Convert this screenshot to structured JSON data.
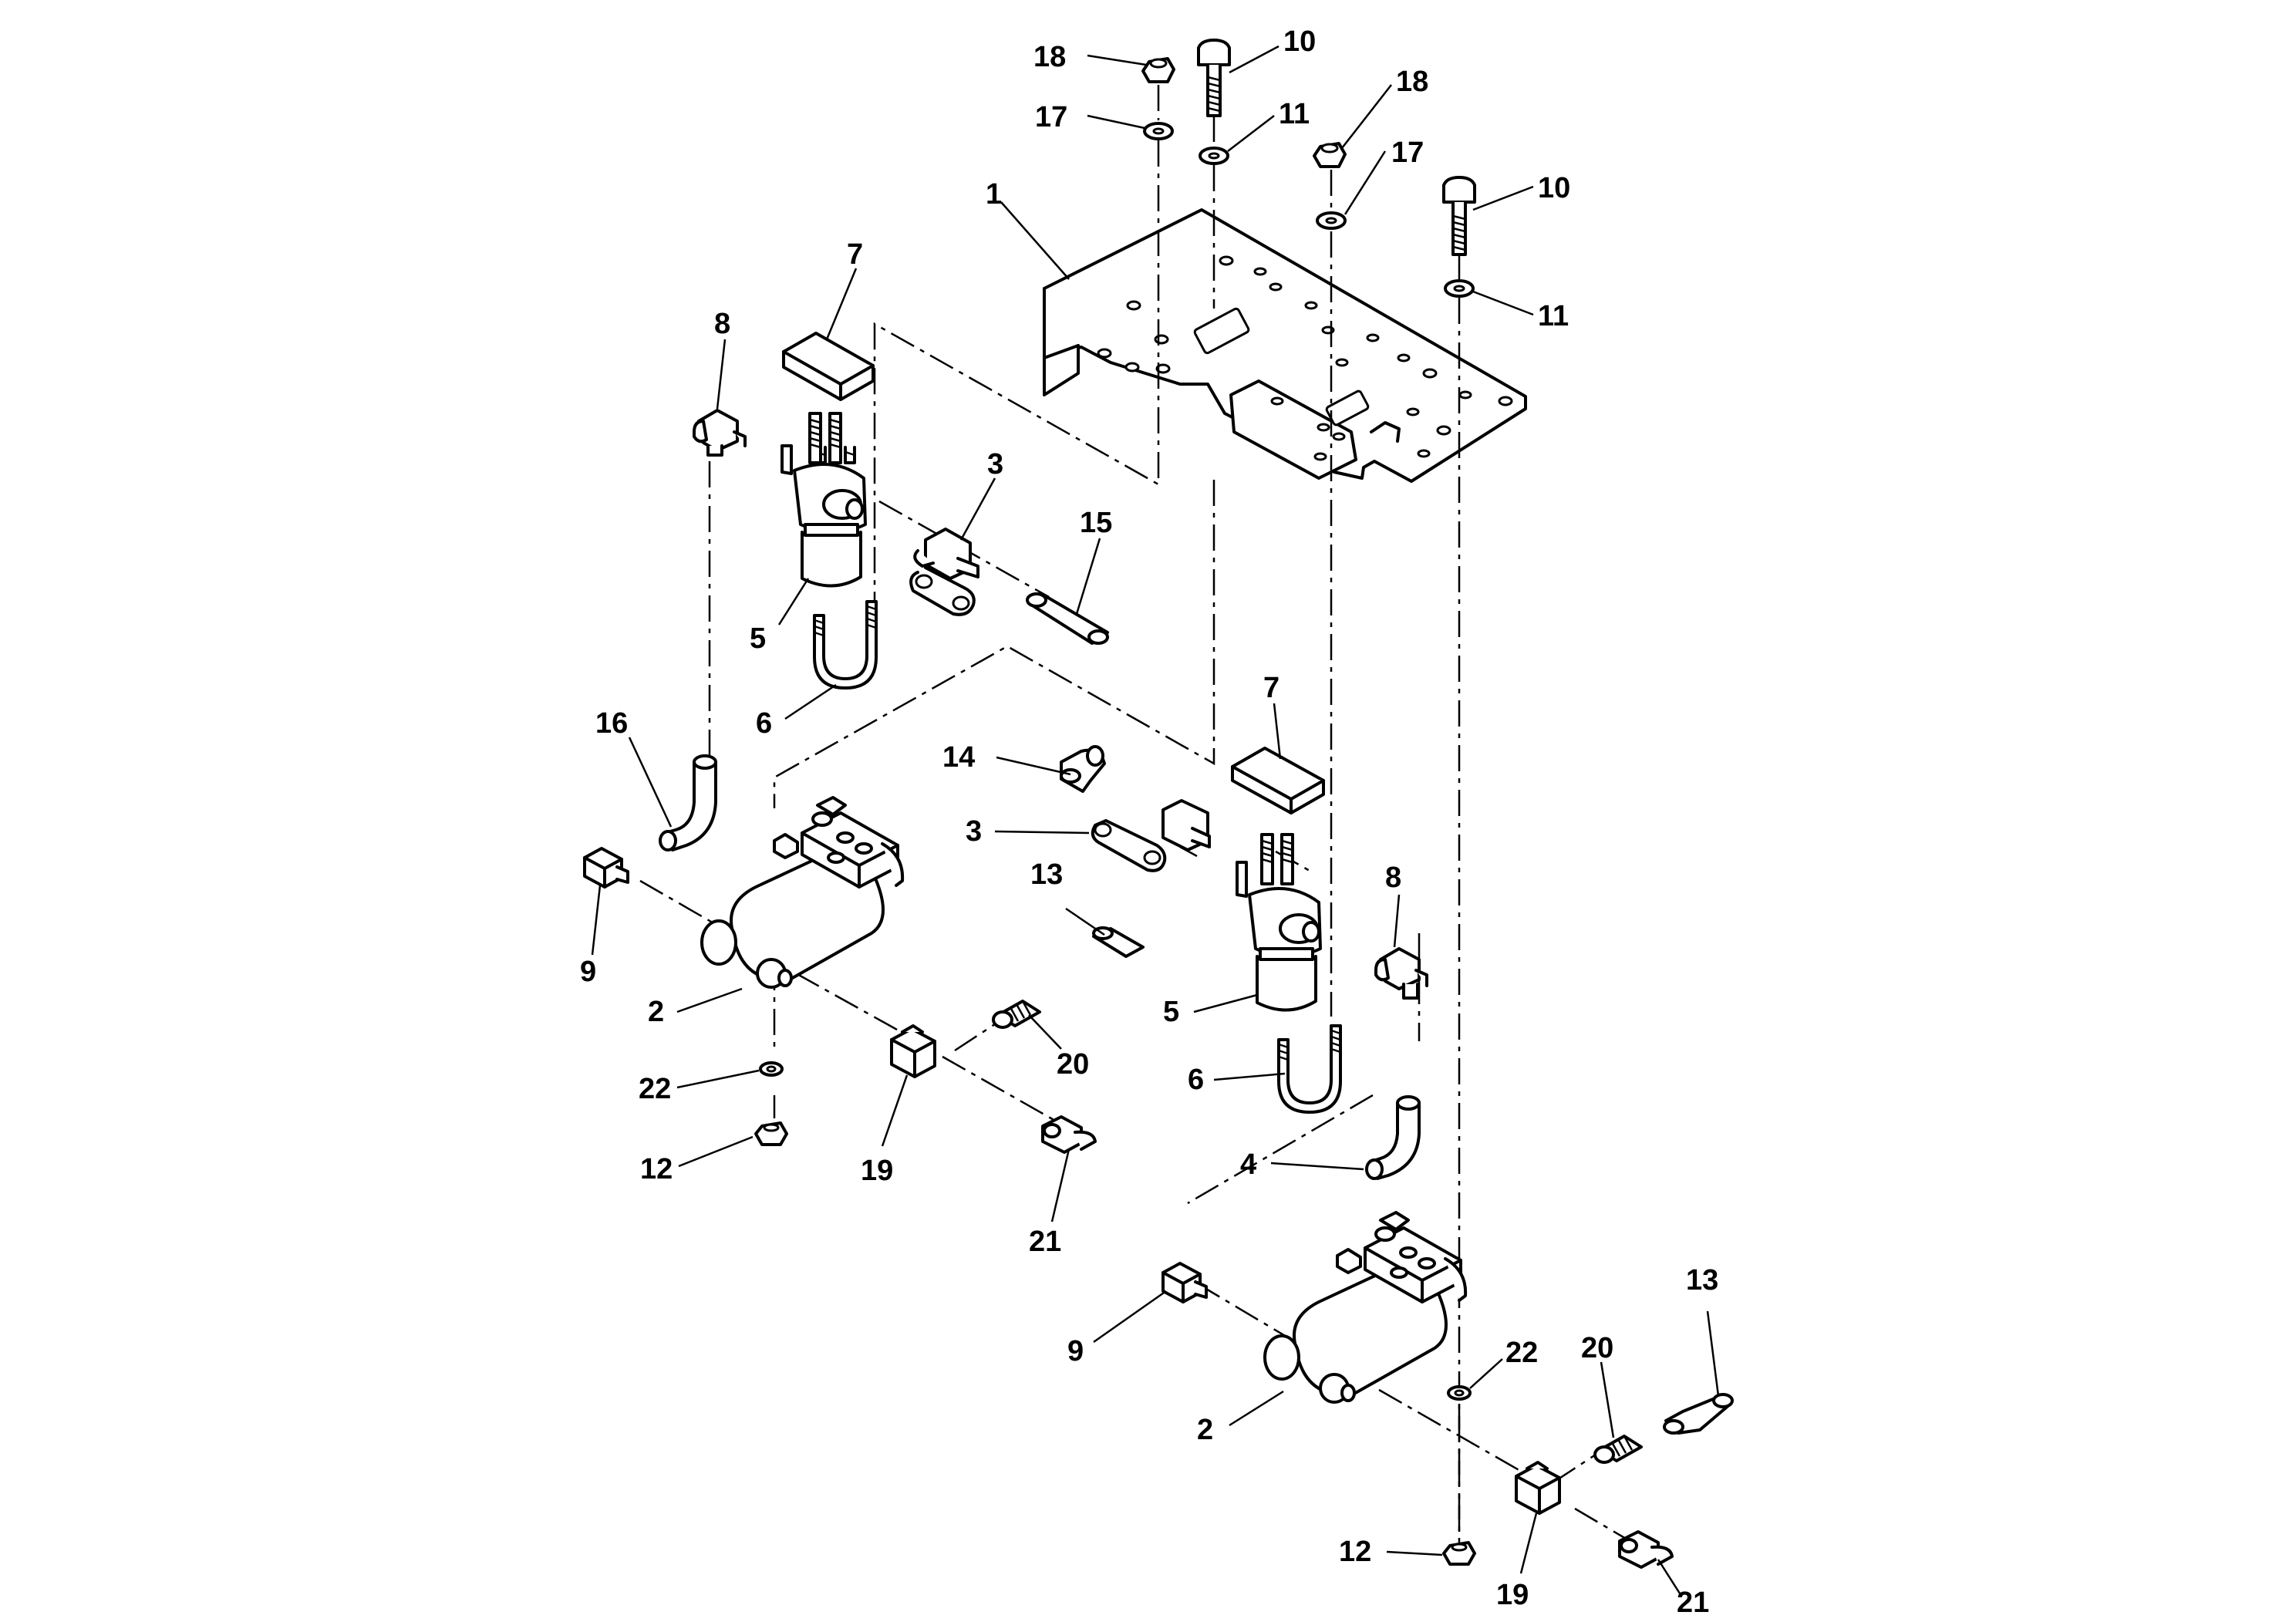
{
  "diagram": {
    "callouts": [
      "1",
      "2",
      "3",
      "4",
      "5",
      "6",
      "7",
      "8",
      "9",
      "10",
      "11",
      "12",
      "13",
      "14",
      "15",
      "16",
      "17",
      "18",
      "19",
      "20",
      "21",
      "22"
    ]
  },
  "labels": [
    {
      "id": "c18a",
      "text": "18"
    },
    {
      "id": "c10a",
      "text": "10"
    },
    {
      "id": "c17a",
      "text": "17"
    },
    {
      "id": "c11a",
      "text": "11"
    },
    {
      "id": "c18b",
      "text": "18"
    },
    {
      "id": "c17b",
      "text": "17"
    },
    {
      "id": "c10b",
      "text": "10"
    },
    {
      "id": "c11b",
      "text": "11"
    },
    {
      "id": "c1",
      "text": "1"
    },
    {
      "id": "c7a",
      "text": "7"
    },
    {
      "id": "c8a",
      "text": "8"
    },
    {
      "id": "c3a",
      "text": "3"
    },
    {
      "id": "c15",
      "text": "15"
    },
    {
      "id": "c5a",
      "text": "5"
    },
    {
      "id": "c6a",
      "text": "6"
    },
    {
      "id": "c16",
      "text": "16"
    },
    {
      "id": "c7b",
      "text": "7"
    },
    {
      "id": "c14",
      "text": "14"
    },
    {
      "id": "c3b",
      "text": "3"
    },
    {
      "id": "c13a",
      "text": "13"
    },
    {
      "id": "c8b",
      "text": "8"
    },
    {
      "id": "c9a",
      "text": "9"
    },
    {
      "id": "c2a",
      "text": "2"
    },
    {
      "id": "c5b",
      "text": "5"
    },
    {
      "id": "c20a",
      "text": "20"
    },
    {
      "id": "c22a",
      "text": "22"
    },
    {
      "id": "c6b",
      "text": "6"
    },
    {
      "id": "c12a",
      "text": "12"
    },
    {
      "id": "c19a",
      "text": "19"
    },
    {
      "id": "c4",
      "text": "4"
    },
    {
      "id": "c21a",
      "text": "21"
    },
    {
      "id": "c13b",
      "text": "13"
    },
    {
      "id": "c9b",
      "text": "9"
    },
    {
      "id": "c22b",
      "text": "22"
    },
    {
      "id": "c20b",
      "text": "20"
    },
    {
      "id": "c2b",
      "text": "2"
    },
    {
      "id": "c12b",
      "text": "12"
    },
    {
      "id": "c19b",
      "text": "19"
    },
    {
      "id": "c21b",
      "text": "21"
    }
  ]
}
